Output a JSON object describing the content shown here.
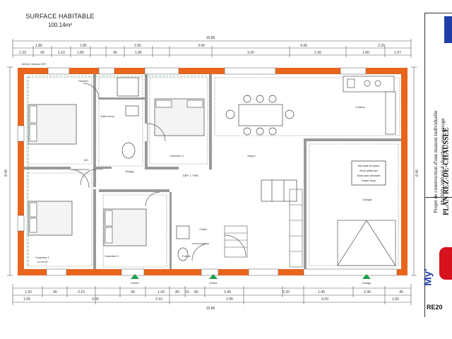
{
  "title": {
    "line1": "SURFACE HABITABLE",
    "line2": "100.14m²"
  },
  "dimensions": {
    "top_total": "15.86",
    "top_row1": [
      "1.80",
      "1.85",
      "2.55",
      "3.40",
      "4.36",
      "2.20"
    ],
    "top_row2": [
      "1.33",
      "90",
      "1.10",
      "1.85",
      "90",
      "1.85",
      "3.20",
      "2.36",
      "1.80",
      "1.07"
    ],
    "bottom_row1": [
      "1.20",
      "90",
      "2.15",
      "90",
      "1.43",
      "80",
      "15",
      "80",
      "1.90",
      "2.20",
      "1.40",
      "2.40",
      "45"
    ],
    "bottom_row2": [
      "1.65",
      "3.05",
      "2.10",
      "2.95",
      "3.20",
      "1.65"
    ],
    "bottom_total": "15.86",
    "left_height": "8.40",
    "right_height": "8.40"
  },
  "rooms": {
    "chambre1": "Chambre 1",
    "chambre1_area": "11.64 m²",
    "placard": "Placard",
    "chambre2": "Chambre 2",
    "sde": "Salle d'eau",
    "wc": "WC",
    "chambre3": "Chambre 3",
    "degag": "Dégag.",
    "sejour": "Séjour",
    "cuisine": "Cuisine",
    "garage": "Garage",
    "cellier": "Cellier",
    "entree": "Entrée",
    "stair_label": "DÉP. 1 TIRE"
  },
  "garage_note": [
    "Mur isolé en placo",
    "Mure plâtreuse",
    "Mure avec dénivelé",
    "Cadre Sous"
  ],
  "entrances": [
    "Entrée",
    "Entrée",
    "Garage"
  ],
  "side_note": "Arrivée réseaux EDF",
  "cartouche": {
    "line1": "Projet de construction d'une maison individuelle",
    "line2": "Ma Villa 100 m² 4 chambres avec garage",
    "line3": "PLAN REZ-DE-CHAUSSEE",
    "brand": "My'",
    "ref": "RE20"
  }
}
